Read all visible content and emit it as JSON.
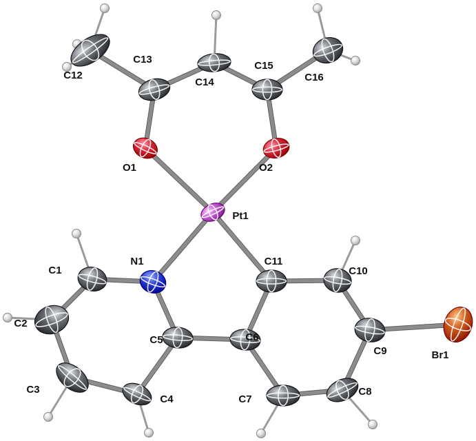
{
  "diagram": {
    "type": "ORTEP molecular structure",
    "colors": {
      "Pt": "#c55fd4",
      "O": "#d8283a",
      "N": "#2a3fd6",
      "C": "#6b6e73",
      "Br": "#cf5a1c",
      "H": "#e3e3e3",
      "bond": "#8c8c8c"
    },
    "atoms": [
      {
        "label": "Pt1",
        "element": "Pt"
      },
      {
        "label": "O1",
        "element": "O"
      },
      {
        "label": "O2",
        "element": "O"
      },
      {
        "label": "N1",
        "element": "N"
      },
      {
        "label": "C1",
        "element": "C"
      },
      {
        "label": "C2",
        "element": "C"
      },
      {
        "label": "C3",
        "element": "C"
      },
      {
        "label": "C4",
        "element": "C"
      },
      {
        "label": "C5",
        "element": "C"
      },
      {
        "label": "C6",
        "element": "C"
      },
      {
        "label": "C7",
        "element": "C"
      },
      {
        "label": "C8",
        "element": "C"
      },
      {
        "label": "C9",
        "element": "C"
      },
      {
        "label": "C10",
        "element": "C"
      },
      {
        "label": "C11",
        "element": "C"
      },
      {
        "label": "C12",
        "element": "C"
      },
      {
        "label": "C13",
        "element": "C"
      },
      {
        "label": "C14",
        "element": "C"
      },
      {
        "label": "C15",
        "element": "C"
      },
      {
        "label": "C16",
        "element": "C"
      },
      {
        "label": "Br1",
        "element": "Br"
      }
    ],
    "bonds": [
      [
        "Pt1",
        "O1"
      ],
      [
        "Pt1",
        "O2"
      ],
      [
        "Pt1",
        "N1"
      ],
      [
        "Pt1",
        "C11"
      ],
      [
        "O1",
        "C13"
      ],
      [
        "O2",
        "C15"
      ],
      [
        "C13",
        "C12"
      ],
      [
        "C13",
        "C14"
      ],
      [
        "C14",
        "C15"
      ],
      [
        "C15",
        "C16"
      ],
      [
        "N1",
        "C1"
      ],
      [
        "C1",
        "C2"
      ],
      [
        "C2",
        "C3"
      ],
      [
        "C3",
        "C4"
      ],
      [
        "C4",
        "C5"
      ],
      [
        "C5",
        "N1"
      ],
      [
        "C5",
        "C6"
      ],
      [
        "C6",
        "C11"
      ],
      [
        "C11",
        "C10"
      ],
      [
        "C10",
        "C9"
      ],
      [
        "C9",
        "C8"
      ],
      [
        "C8",
        "C7"
      ],
      [
        "C7",
        "C6"
      ],
      [
        "C9",
        "Br1"
      ]
    ]
  }
}
